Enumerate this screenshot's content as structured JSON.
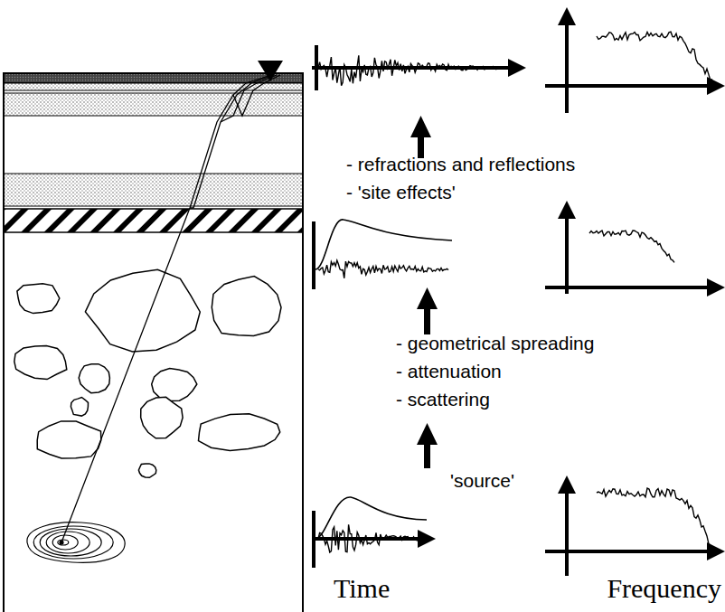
{
  "diagram": {
    "labels": [
      "- refractions and reflections",
      "- 'site effects'",
      "- geometrical spreading",
      "- attenuation",
      "- scattering",
      "'source'",
      "Time",
      "Frequency"
    ]
  }
}
